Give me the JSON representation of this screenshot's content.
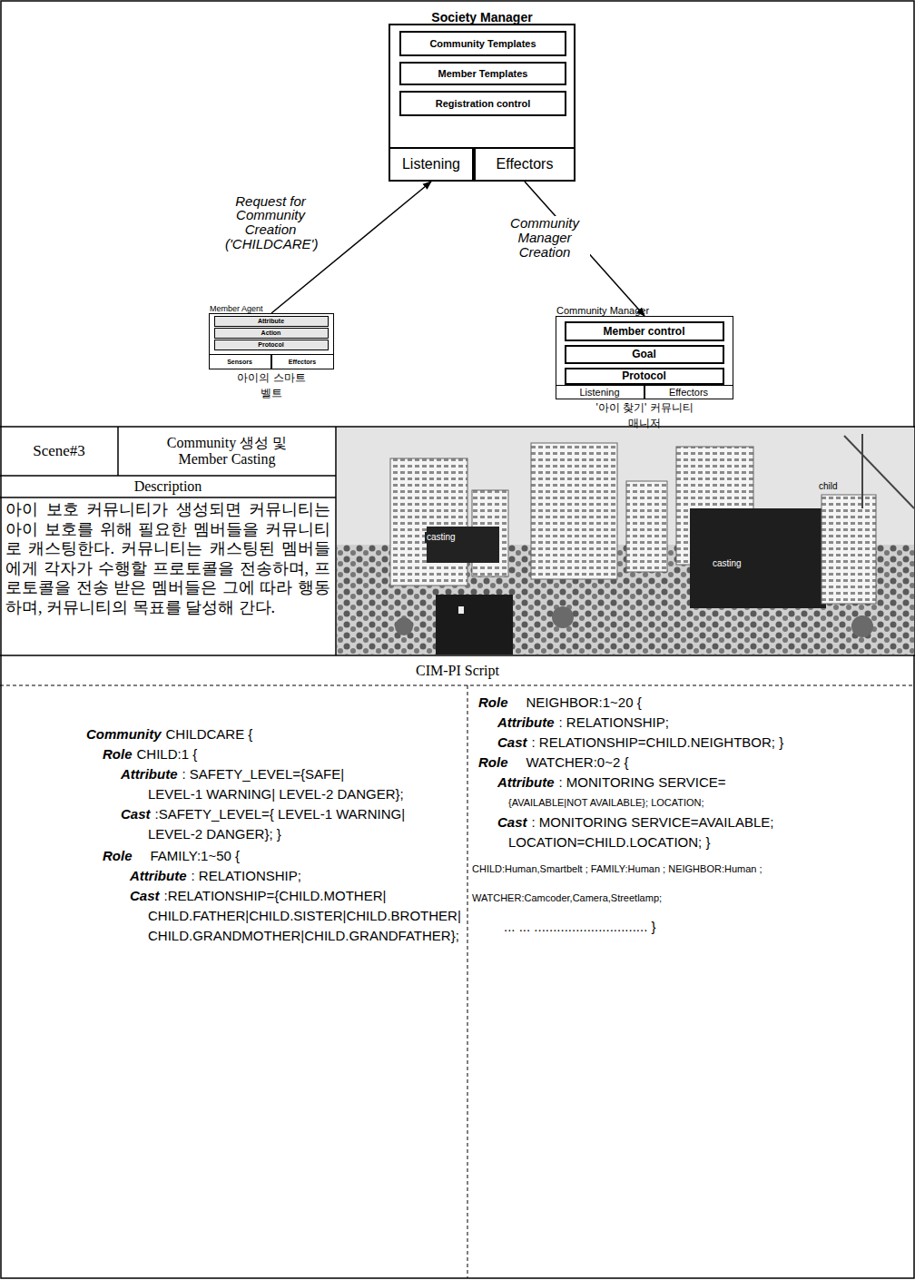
{
  "diagram": {
    "nodes": [
      {
        "text": [
          "Society Manager"
        ]
      },
      {
        "text": [
          "Community Templates"
        ],
        "in": 0
      },
      {
        "text": [
          "Member Templates"
        ],
        "in": 0
      },
      {
        "text": [
          "Registration control"
        ],
        "in": 0
      },
      {
        "text": [
          "Listening"
        ],
        "in": 0
      },
      {
        "text": [
          "Effectors"
        ],
        "in": 0
      },
      {
        "text": [
          "Member Agent",
          "아이의 스마트벨트"
        ]
      },
      {
        "text": [
          "Attribute"
        ],
        "in": 6
      },
      {
        "text": [
          "Action"
        ],
        "in": 6
      },
      {
        "text": [
          "Protocol"
        ],
        "in": 6
      },
      {
        "text": [
          "Sensors"
        ],
        "in": 6
      },
      {
        "text": [
          "Effectors"
        ],
        "in": 6
      },
      {
        "text": [
          "Community Manager",
          "'아이 찾기' 커뮤니티 매니저"
        ]
      },
      {
        "text": [
          "Member control"
        ],
        "in": 12
      },
      {
        "text": [
          "Goal"
        ],
        "in": 12
      },
      {
        "text": [
          "Protocol"
        ],
        "in": 12
      },
      {
        "text": [
          "Listening"
        ],
        "in": 12
      },
      {
        "text": [
          "Effectors"
        ],
        "in": 12
      },
      {
        "text": [
          "Scene#3"
        ]
      },
      {
        "text": [
          "Community 생성 및 Member Casting"
        ]
      },
      {
        "text": [
          "Description"
        ]
      },
      {
        "text": [
          "아이 보호 커뮤니티가 생성되면 커뮤니티는 아이 보호를 위해 필요한 멤버들을 커뮤니티로 캐스팅한다. 커뮤니티는 캐스팅된 멤버들에게 각자가 수행할 프로토콜을 전송하며, 프로토콜을 전송 받은 멤버들은 그에 따라 행동하며, 커뮤니티의 목표를 달성해 간다."
        ]
      },
      {
        "text": [
          "CIM-PI Script"
        ]
      }
    ],
    "edges": [
      {
        "from": 6,
        "to": 4,
        "arrow": "to",
        "label": "Request for Community Creation ('CHILDCARE')"
      },
      {
        "from": 5,
        "to": 12,
        "arrow": "to",
        "label": "Community Manager Creation"
      }
    ],
    "labels": [
      "child",
      "casting",
      "casting",
      "Community",
      "CHILDCARE {",
      "Role",
      "CHILD:1 {",
      "Attribute",
      ": SAFETY_LEVEL={SAFE|",
      "LEVEL-1 WARNING| LEVEL-2 DANGER};",
      "Cast",
      ":SAFETY_LEVEL={ LEVEL-1 WARNING|",
      "LEVEL-2 DANGER};    }",
      "Role",
      "FAMILY:1~50 {",
      "Attribute",
      ": RELATIONSHIP;",
      "Cast",
      ":RELATIONSHIP={CHILD.MOTHER|",
      "CHILD.FATHER|CHILD.SISTER|CHILD.BROTHER|",
      "CHILD.GRANDMOTHER|CHILD.GRANDFATHER};",
      "Role",
      "NEIGHBOR:1~20 {",
      "Attribute",
      ": RELATIONSHIP;",
      "Cast",
      ": RELATIONSHIP=CHILD.NEIGHTBOR;    }",
      "Role",
      "WATCHER:0~2 {",
      "Attribute",
      ": MONITORING SERVICE=",
      "{AVAILABLE|NOT AVAILABLE}; LOCATION;",
      "Cast",
      ": MONITORING SERVICE=AVAILABLE;",
      "LOCATION=CHILD.LOCATION; }",
      "CHILD:Human,Smartbelt ; FAMILY:Human ; NEIGHBOR:Human ;",
      "WATCHER:Camcoder,Camera,Streetlamp;",
      "... ... ..............................    }"
    ]
  }
}
